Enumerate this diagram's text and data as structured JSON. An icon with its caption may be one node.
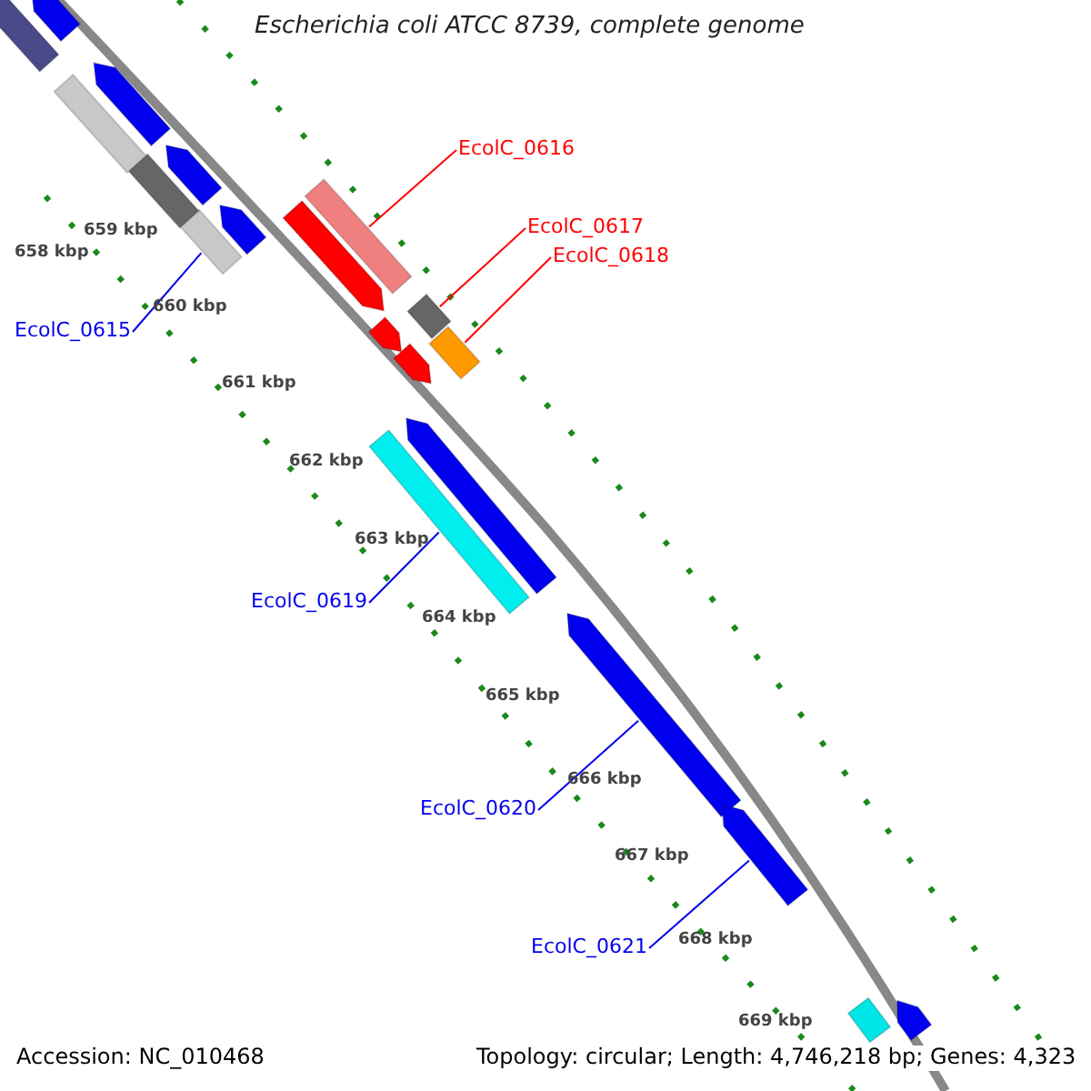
{
  "diagram": {
    "title": "Escherichia coli ATCC 8739, complete genome",
    "nodes": [
      {
        "text": [
          "EcolC_0616"
        ]
      },
      {
        "text": [
          "EcolC_0617"
        ]
      },
      {
        "text": [
          "EcolC_0618"
        ]
      },
      {
        "text": [
          "EcolC_0615"
        ]
      },
      {
        "text": [
          "EcolC_0619"
        ]
      },
      {
        "text": [
          "EcolC_0620"
        ]
      },
      {
        "text": [
          "EcolC_0621"
        ]
      },
      {
        "text": [],
        "shape": "bar"
      },
      {
        "text": [],
        "shape": "bar"
      },
      {
        "text": [],
        "shape": "bar"
      },
      {
        "text": [],
        "shape": "bar"
      },
      {
        "text": [],
        "shape": "bar"
      },
      {
        "text": [],
        "shape": "arrow"
      },
      {
        "text": [],
        "shape": "arrow"
      },
      {
        "text": [],
        "shape": "bar"
      },
      {
        "text": [],
        "shape": "arrow"
      },
      {
        "text": [],
        "shape": "arrow"
      },
      {
        "text": [],
        "shape": "bar"
      },
      {
        "text": [],
        "shape": "arrow"
      },
      {
        "text": [],
        "shape": "arrow"
      },
      {
        "text": [],
        "shape": "arrow"
      },
      {
        "text": [],
        "shape": "arrow"
      },
      {
        "text": [],
        "shape": "arrow"
      },
      {
        "text": [],
        "shape": "arrow"
      },
      {
        "text": [],
        "shape": "bar"
      },
      {
        "text": [],
        "shape": "arrow"
      },
      {
        "text": [],
        "shape": "bar"
      }
    ],
    "edges": [
      {
        "from": 0,
        "to": 7,
        "arrow": "none",
        "color": "#ff0000"
      },
      {
        "from": 1,
        "to": 8,
        "arrow": "none",
        "color": "#ff0000"
      },
      {
        "from": 2,
        "to": 9,
        "arrow": "none",
        "color": "#ff0000"
      },
      {
        "from": 3,
        "to": 10,
        "arrow": "none"
      },
      {
        "from": 4,
        "to": 11,
        "arrow": "none"
      },
      {
        "from": 5,
        "to": 12,
        "arrow": "none"
      },
      {
        "from": 6,
        "to": 13,
        "arrow": "none"
      }
    ],
    "labels": [
      "658 kbp",
      "659 kbp",
      "660 kbp",
      "661 kbp",
      "662 kbp",
      "663 kbp",
      "664 kbp",
      "665 kbp",
      "666 kbp",
      "667 kbp",
      "668 kbp",
      "669 kbp",
      "Accession: NC_010468",
      "Topology: circular; Length: 4,746,218 bp; Genes: 4,323"
    ]
  }
}
